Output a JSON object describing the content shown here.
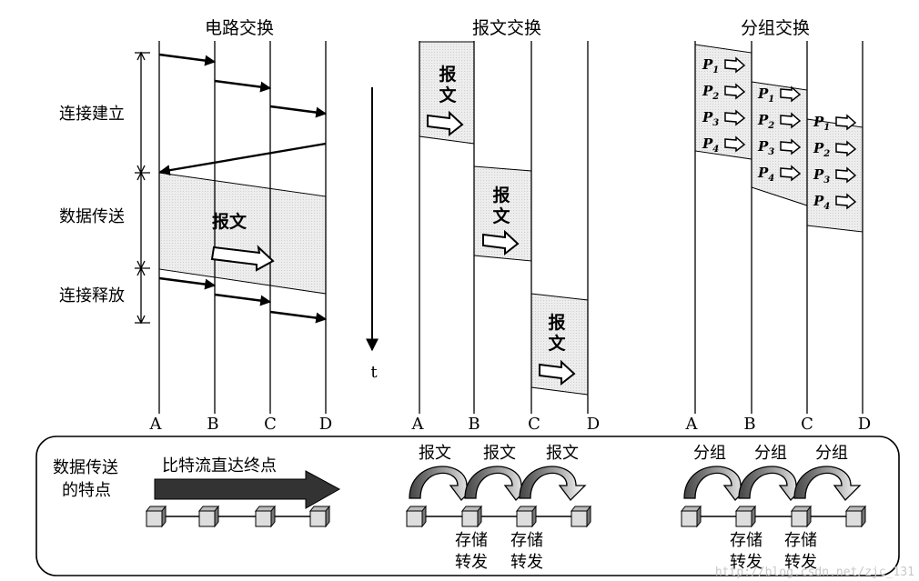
{
  "headings": {
    "circuit": "电路交换",
    "message": "报文交换",
    "packet": "分组交换"
  },
  "phases": {
    "setup": "连接建立",
    "transfer": "数据传送",
    "release": "连接释放"
  },
  "time_label": "t",
  "nodes": [
    "A",
    "B",
    "C",
    "D"
  ],
  "message_word": "报文",
  "message_chars": [
    "报",
    "文"
  ],
  "packets": [
    "P1",
    "P2",
    "P3",
    "P4"
  ],
  "bottom": {
    "caption_line1": "数据传送",
    "caption_line2": "的特点",
    "bitstream": "比特流直达终点",
    "msg_hop": "报文",
    "pkt_hop": "分组",
    "store_line1": "存储",
    "store_line2": "转发"
  },
  "watermark": "http://blog.csdn.net/zjc_131"
}
